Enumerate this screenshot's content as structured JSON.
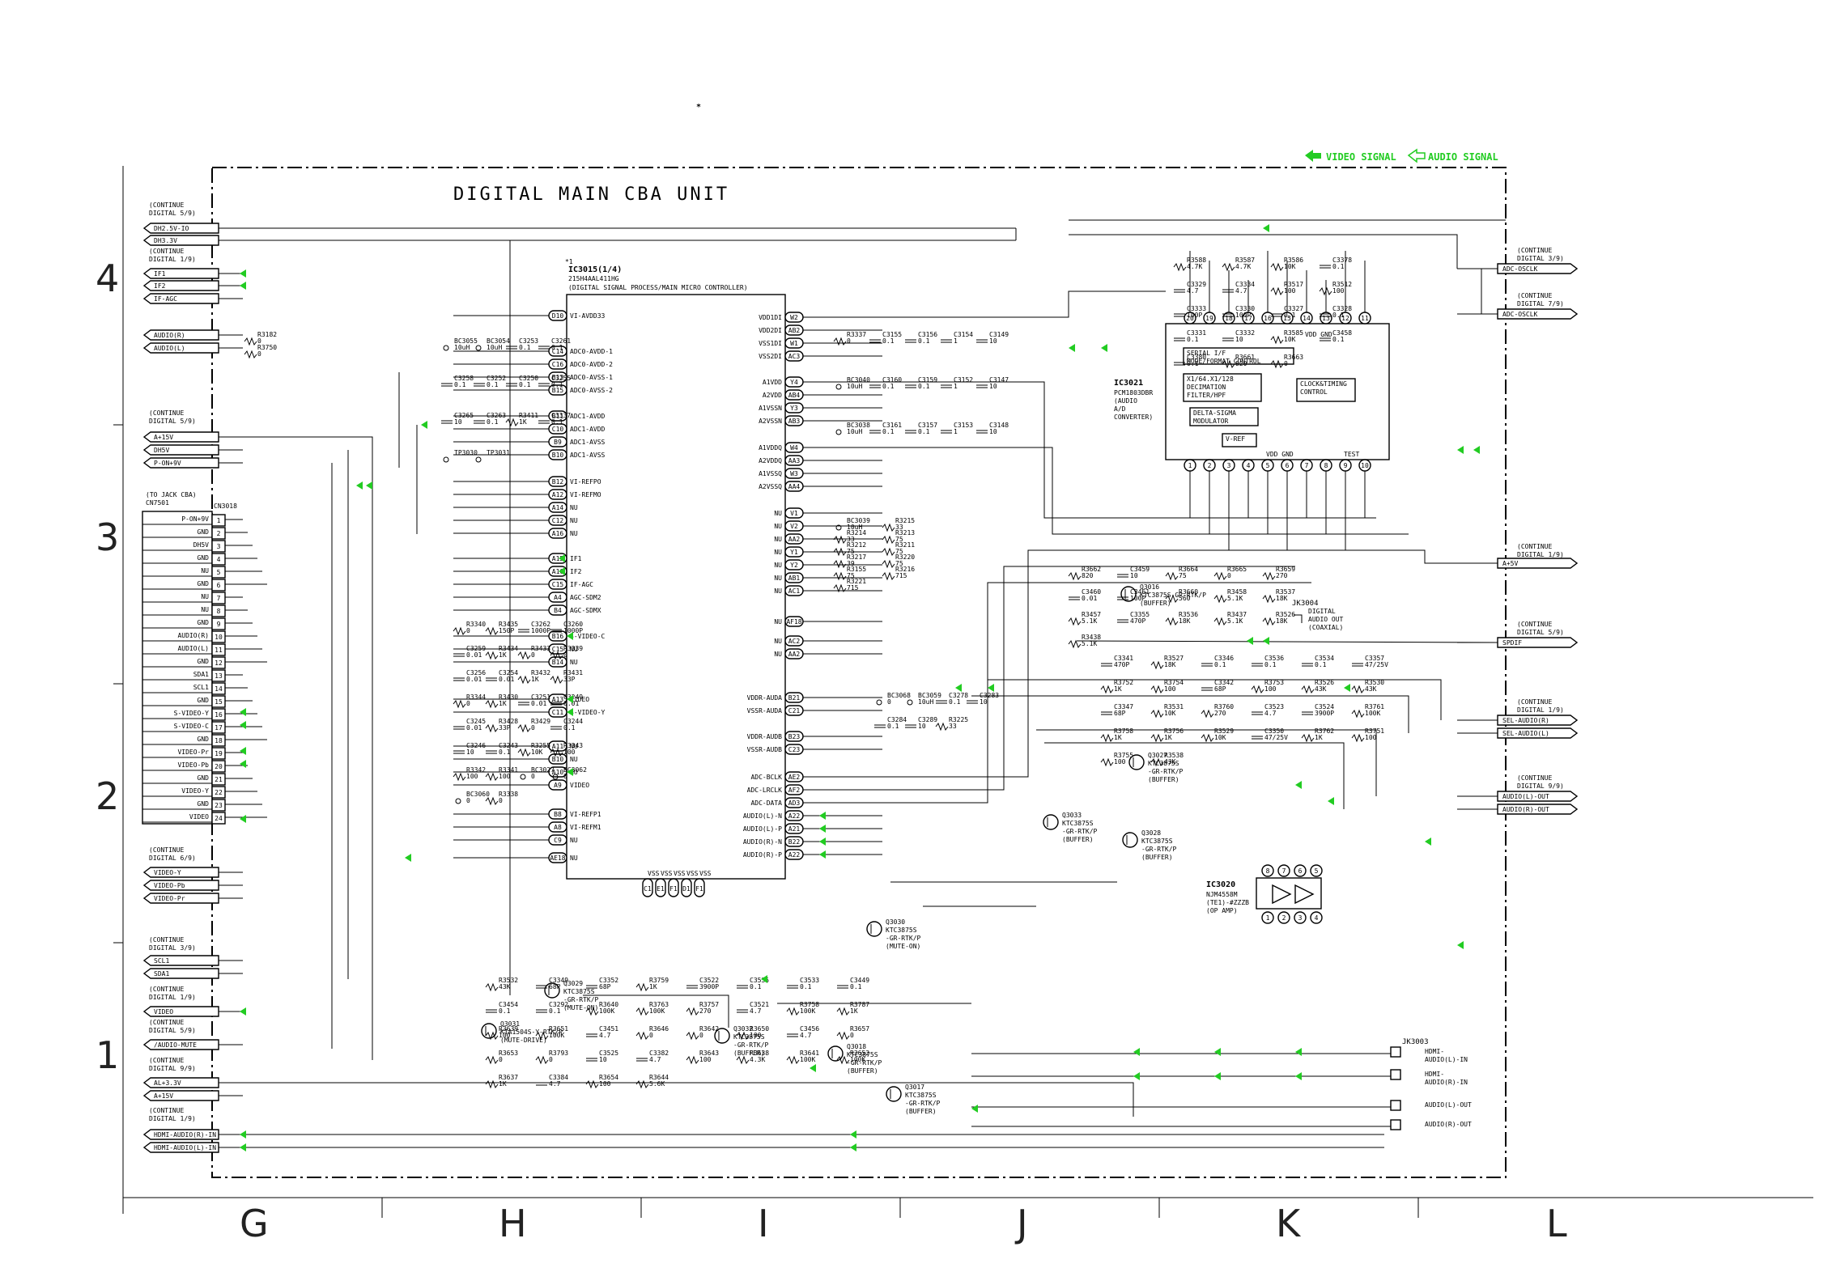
{
  "star_mark": "*",
  "legend": {
    "video": "VIDEO SIGNAL",
    "audio": "AUDIO SIGNAL",
    "color": "#22cc22"
  },
  "unit_title": "DIGITAL MAIN CBA UNIT",
  "grid_rows": [
    "4",
    "3",
    "2",
    "1"
  ],
  "grid_cols": [
    "G",
    "H",
    "I",
    "J",
    "K",
    "L"
  ],
  "left_connectors": [
    {
      "note": "(CONTINUE\nDIGITAL 5/9)",
      "labels": [
        "DH2.5V-IO",
        "DH3.3V"
      ]
    },
    {
      "note": "(CONTINUE\nDIGITAL 1/9)",
      "labels": [
        "IF1",
        "IF2",
        "IF-AGC",
        "AUDIO(R)",
        "AUDIO(L)"
      ]
    },
    {
      "note": "(CONTINUE\nDIGITAL 5/9)",
      "labels": [
        "A+15V",
        "DH5V",
        "P-ON+9V"
      ]
    },
    {
      "note": "(CONTINUE\nDIGITAL 6/9)",
      "labels": [
        "VIDEO-Y",
        "VIDEO-Pb",
        "VIDEO-Pr"
      ]
    },
    {
      "note": "(CONTINUE\nDIGITAL 3/9)",
      "labels": [
        "SCL1",
        "SDA1"
      ]
    },
    {
      "note": "(CONTINUE\nDIGITAL 1/9)",
      "labels": [
        "VIDEO"
      ]
    },
    {
      "note": "(CONTINUE\nDIGITAL 5/9)",
      "labels": [
        "/AUDIO-MUTE"
      ]
    },
    {
      "note": "(CONTINUE\nDIGITAL 9/9)",
      "labels": [
        "AL+3.3V",
        "A+15V"
      ]
    },
    {
      "note": "(CONTINUE\nDIGITAL 1/9)",
      "labels": [
        "HDMI-AUDIO(R)-IN",
        "HDMI-AUDIO(L)-IN"
      ]
    }
  ],
  "cn3018": {
    "header": "(TO JACK CBA)\nCN7501",
    "ref": "CN3018",
    "pins": [
      {
        "n": "1",
        "name": "P-ON+9V"
      },
      {
        "n": "2",
        "name": "GND"
      },
      {
        "n": "3",
        "name": "DH5V"
      },
      {
        "n": "4",
        "name": "GND"
      },
      {
        "n": "5",
        "name": "NU"
      },
      {
        "n": "6",
        "name": "GND"
      },
      {
        "n": "7",
        "name": "NU"
      },
      {
        "n": "8",
        "name": "NU"
      },
      {
        "n": "9",
        "name": "GND"
      },
      {
        "n": "10",
        "name": "AUDIO(R)"
      },
      {
        "n": "11",
        "name": "AUDIO(L)"
      },
      {
        "n": "12",
        "name": "GND"
      },
      {
        "n": "13",
        "name": "SDA1"
      },
      {
        "n": "14",
        "name": "SCL1"
      },
      {
        "n": "15",
        "name": "GND"
      },
      {
        "n": "16",
        "name": "S-VIDEO-Y"
      },
      {
        "n": "17",
        "name": "S-VIDEO-C"
      },
      {
        "n": "18",
        "name": "GND"
      },
      {
        "n": "19",
        "name": "VIDEO-Pr"
      },
      {
        "n": "20",
        "name": "VIDEO-Pb"
      },
      {
        "n": "21",
        "name": "GND"
      },
      {
        "n": "22",
        "name": "VIDEO-Y"
      },
      {
        "n": "23",
        "name": "GND"
      },
      {
        "n": "24",
        "name": "VIDEO"
      }
    ]
  },
  "ic3015": {
    "mark": "*1",
    "ref": "IC3015(1/4)",
    "part": "215H4AAL411HG",
    "desc": "(DIGITAL SIGNAL PROCESS/MAIN MICRO CONTROLLER)",
    "left_pins": [
      {
        "pin": "D10",
        "name": "VI-AVDD33"
      },
      {
        "pin": "C14",
        "name": "ADC0-AVDD-1"
      },
      {
        "pin": "C16",
        "name": "ADC0-AVDD-2"
      },
      {
        "pin": "B13",
        "name": "ADC0-AVSS-1"
      },
      {
        "pin": "B15",
        "name": "ADC0-AVSS-2"
      },
      {
        "pin": "B11",
        "name": "ADC1-AVDD"
      },
      {
        "pin": "C10",
        "name": "ADC1-AVDD"
      },
      {
        "pin": "B9",
        "name": "ADC1-AVSS"
      },
      {
        "pin": "B10",
        "name": "ADC1-AVSS"
      },
      {
        "pin": "B12",
        "name": "VI-REFPO"
      },
      {
        "pin": "A12",
        "name": "VI-REFMO"
      },
      {
        "pin": "A14",
        "name": "NU"
      },
      {
        "pin": "C12",
        "name": "NU"
      },
      {
        "pin": "A16",
        "name": "NU"
      },
      {
        "pin": "A15",
        "name": "IF1"
      },
      {
        "pin": "A16",
        "name": "IF2"
      },
      {
        "pin": "C15",
        "name": "IF-AGC"
      },
      {
        "pin": "A4",
        "name": "AGC-SDM2"
      },
      {
        "pin": "B4",
        "name": "AGC-SDMX"
      },
      {
        "pin": "B16",
        "name": "S-VIDEO-C"
      },
      {
        "pin": "C15",
        "name": "NU"
      },
      {
        "pin": "B14",
        "name": "NU"
      },
      {
        "pin": "A13",
        "name": "VIDEO"
      },
      {
        "pin": "C11",
        "name": "S-VIDEO-Y"
      },
      {
        "pin": "A11",
        "name": "NU"
      },
      {
        "pin": "B10",
        "name": "NU"
      },
      {
        "pin": "A10",
        "name": "NU"
      },
      {
        "pin": "A9",
        "name": "VIDEO"
      },
      {
        "pin": "B8",
        "name": "VI-REFP1"
      },
      {
        "pin": "A8",
        "name": "VI-REFM1"
      },
      {
        "pin": "C9",
        "name": "NU"
      },
      {
        "pin": "AE18",
        "name": "NU"
      }
    ],
    "right_pins": [
      {
        "pin": "W2",
        "name": "VDD1DI"
      },
      {
        "pin": "AB2",
        "name": "VDD2DI"
      },
      {
        "pin": "W1",
        "name": "VSS1DI"
      },
      {
        "pin": "AC3",
        "name": "VSS2DI"
      },
      {
        "pin": "Y4",
        "name": "A1VDD"
      },
      {
        "pin": "AB4",
        "name": "A2VDD"
      },
      {
        "pin": "Y3",
        "name": "A1VSSN"
      },
      {
        "pin": "AB3",
        "name": "A2VSSN"
      },
      {
        "pin": "W4",
        "name": "A1VDDQ"
      },
      {
        "pin": "AA3",
        "name": "A2VDDQ"
      },
      {
        "pin": "W3",
        "name": "A1VSSQ"
      },
      {
        "pin": "AA4",
        "name": "A2VSSQ"
      },
      {
        "pin": "V1",
        "name": "NU"
      },
      {
        "pin": "V2",
        "name": "NU"
      },
      {
        "pin": "AA2",
        "name": "NU"
      },
      {
        "pin": "Y1",
        "name": "NU"
      },
      {
        "pin": "Y2",
        "name": "NU"
      },
      {
        "pin": "AB1",
        "name": "NU"
      },
      {
        "pin": "AC1",
        "name": "NU"
      },
      {
        "pin": "AF18",
        "name": "NU"
      },
      {
        "pin": "AC2",
        "name": "NU"
      },
      {
        "pin": "AA2",
        "name": "NU"
      },
      {
        "pin": "B21",
        "name": "VDDR-AUDA"
      },
      {
        "pin": "C21",
        "name": "VSSR-AUDA"
      },
      {
        "pin": "B23",
        "name": "VDDR-AUDB"
      },
      {
        "pin": "C23",
        "name": "VSSR-AUDB"
      },
      {
        "pin": "AE2",
        "name": "ADC-BCLK"
      },
      {
        "pin": "AF2",
        "name": "ADC-LRCLK"
      },
      {
        "pin": "AD3",
        "name": "ADC-DATA"
      },
      {
        "pin": "A22",
        "name": "AUDIO(L)-N"
      },
      {
        "pin": "A21",
        "name": "AUDIO(L)-P"
      },
      {
        "pin": "B22",
        "name": "AUDIO(R)-N"
      },
      {
        "pin": "A22",
        "name": "AUDIO(R)-P"
      }
    ],
    "bottom_pins": [
      "C1",
      "E1",
      "F1",
      "D1",
      "F1"
    ],
    "bottom_labels": [
      "VSS",
      "VSS",
      "VSS",
      "VSS",
      "VSS"
    ]
  },
  "ic3021": {
    "ref": "IC3021",
    "part": "PCM1803DBR",
    "desc": "(AUDIO\nA/D\nCONVERTER)",
    "top_pins": [
      "20",
      "19",
      "18",
      "17",
      "16",
      "15",
      "14",
      "13",
      "12",
      "11"
    ],
    "bottom_pins": [
      "1",
      "2",
      "3",
      "4",
      "5",
      "6",
      "7",
      "8",
      "9",
      "10"
    ],
    "blocks": [
      "SERIAL I/F\nMODE/FORMAT CONTROL",
      "X1/64.X1/128\nDECIMATION\nFILTER/HPF",
      "CLOCK&TIMING\nCONTROL",
      "DELTA-SIGMA\nMODULATOR",
      "V-REF"
    ],
    "vdd_gnd": "VDD GND",
    "vdd_gnd_bottom": "VDD GND",
    "test": "TEST"
  },
  "ic3020": {
    "ref": "IC3020",
    "part": "NJM4558M\n(TE1)-#ZZZB",
    "desc": "(OP AMP)",
    "pins": [
      "8",
      "7",
      "6",
      "5",
      "1",
      "2",
      "3",
      "4"
    ]
  },
  "right_connectors": [
    {
      "note": "(CONTINUE\nDIGITAL 3/9)",
      "labels": [
        "ADC-OSCLK"
      ]
    },
    {
      "note": "(CONTINUE\nDIGITAL 7/9)",
      "labels": [
        "ADC-OSCLK"
      ]
    },
    {
      "note": "(CONTINUE\nDIGITAL 1/9)",
      "labels": [
        "A+5V"
      ]
    },
    {
      "note": "(CONTINUE\nDIGITAL 5/9)",
      "labels": [
        "SPDIF"
      ]
    },
    {
      "note": "(CONTINUE\nDIGITAL 1/9)",
      "labels": [
        "SEL-AUDIO(R)",
        "SEL-AUDIO(L)"
      ]
    },
    {
      "note": "(CONTINUE\nDIGITAL 9/9)",
      "labels": [
        "AUDIO(L)-OUT",
        "AUDIO(R)-OUT"
      ]
    }
  ],
  "jk3004": {
    "ref": "JK3004",
    "desc": "DIGITAL\nAUDIO OUT\n(COAXIAL)"
  },
  "jk3003": {
    "ref": "JK3003",
    "labels": [
      "HDMI-\nAUDIO(L)-IN",
      "HDMI-\nAUDIO(R)-IN",
      "AUDIO(L)-OUT",
      "AUDIO(R)-OUT"
    ]
  },
  "transistors": [
    {
      "ref": "Q3016",
      "part": "KTC3875S-GR-RTK/P",
      "desc": "(BUFFER)"
    },
    {
      "ref": "Q3027",
      "part": "KTC3875S\n-GR-RTK/P",
      "desc": "(BUFFER)"
    },
    {
      "ref": "Q3028",
      "part": "KTC3875S\n-GR-RTK/P",
      "desc": "(BUFFER)"
    },
    {
      "ref": "Q3033",
      "part": "KTC3875S\n-GR-RTK/P",
      "desc": "(BUFFER)"
    },
    {
      "ref": "Q3030",
      "part": "KTC3875S\n-GR-RTK/P",
      "desc": "(MUTE-ON)"
    },
    {
      "ref": "Q3029",
      "part": "KTC3875S\n-GR-RTK/P",
      "desc": "(MUTE-ON)"
    },
    {
      "ref": "Q3031",
      "part": "KTA1504S-Y-RTK/P",
      "desc": "(MUTE-DRIVE)"
    },
    {
      "ref": "Q3032",
      "part": "KTC3875S\n-GR-RTK/P",
      "desc": "(BUFFER)"
    },
    {
      "ref": "Q3018",
      "part": "KTC3875S\n-GR-RTK/P",
      "desc": "(BUFFER)"
    },
    {
      "ref": "Q3017",
      "part": "KTC3875S\n-GR-RTK/P",
      "desc": "(BUFFER)"
    }
  ],
  "parts": [
    {
      "ref": "R3182",
      "val": "0"
    },
    {
      "ref": "R3750",
      "val": "0"
    },
    {
      "ref": "BC3055",
      "val": "10uH"
    },
    {
      "ref": "BC3054",
      "val": "10uH"
    },
    {
      "ref": "C3253",
      "val": "0.1"
    },
    {
      "ref": "C3261",
      "val": "0.1"
    },
    {
      "ref": "C3258",
      "val": "0.1"
    },
    {
      "ref": "C3252",
      "val": "0.1"
    },
    {
      "ref": "C3250",
      "val": "0.1"
    },
    {
      "ref": "C3255",
      "val": "0.1"
    },
    {
      "ref": "C3265",
      "val": "10"
    },
    {
      "ref": "C3263",
      "val": "0.1"
    },
    {
      "ref": "R3411",
      "val": "1K"
    },
    {
      "ref": "C3337",
      "val": "0.1"
    },
    {
      "ref": "TP3030",
      "val": ""
    },
    {
      "ref": "TP3031",
      "val": ""
    },
    {
      "ref": "R3340",
      "val": "0"
    },
    {
      "ref": "R3435",
      "val": "150P"
    },
    {
      "ref": "C3262",
      "val": "1000P"
    },
    {
      "ref": "C3260",
      "val": "1000P"
    },
    {
      "ref": "C3259",
      "val": "0.01"
    },
    {
      "ref": "R3434",
      "val": "1K"
    },
    {
      "ref": "R3433",
      "val": "0"
    },
    {
      "ref": "R3339",
      "val": "0"
    },
    {
      "ref": "C3256",
      "val": "0.01"
    },
    {
      "ref": "C3254",
      "val": "0.01"
    },
    {
      "ref": "R3432",
      "val": "1K"
    },
    {
      "ref": "R3431",
      "val": "33P"
    },
    {
      "ref": "R3344",
      "val": "0"
    },
    {
      "ref": "R3430",
      "val": "1K"
    },
    {
      "ref": "C3251",
      "val": "0.01"
    },
    {
      "ref": "C3249",
      "val": "0.01"
    },
    {
      "ref": "C3245",
      "val": "0.01"
    },
    {
      "ref": "R3428",
      "val": "33P"
    },
    {
      "ref": "R3429",
      "val": "0"
    },
    {
      "ref": "C3244",
      "val": "0.1"
    },
    {
      "ref": "C3246",
      "val": "10"
    },
    {
      "ref": "C3243",
      "val": "0.1"
    },
    {
      "ref": "R3255",
      "val": "10K"
    },
    {
      "ref": "R3343",
      "val": "100"
    },
    {
      "ref": "R3342",
      "val": "100"
    },
    {
      "ref": "R3341",
      "val": "100"
    },
    {
      "ref": "BC3027",
      "val": "0"
    },
    {
      "ref": "BC3062",
      "val": "0"
    },
    {
      "ref": "BC3060",
      "val": "0"
    },
    {
      "ref": "R3338",
      "val": "0"
    },
    {
      "ref": "R3337",
      "val": "0"
    },
    {
      "ref": "C3155",
      "val": "0.1"
    },
    {
      "ref": "C3156",
      "val": "0.1"
    },
    {
      "ref": "C3154",
      "val": "1"
    },
    {
      "ref": "C3149",
      "val": "10"
    },
    {
      "ref": "BC3040",
      "val": "10uH"
    },
    {
      "ref": "C3160",
      "val": "0.1"
    },
    {
      "ref": "C3159",
      "val": "0.1"
    },
    {
      "ref": "C3152",
      "val": "1"
    },
    {
      "ref": "C3147",
      "val": "10"
    },
    {
      "ref": "BC3038",
      "val": "10uH"
    },
    {
      "ref": "C3161",
      "val": "0.1"
    },
    {
      "ref": "C3157",
      "val": "0.1"
    },
    {
      "ref": "C3153",
      "val": "1"
    },
    {
      "ref": "C3148",
      "val": "10"
    },
    {
      "ref": "BC3039",
      "val": "10uH"
    },
    {
      "ref": "R3215",
      "val": "33"
    },
    {
      "ref": "R3214",
      "val": "33"
    },
    {
      "ref": "R3213",
      "val": "75"
    },
    {
      "ref": "R3212",
      "val": "75"
    },
    {
      "ref": "R3211",
      "val": "75"
    },
    {
      "ref": "R3217",
      "val": "39"
    },
    {
      "ref": "R3220",
      "val": "75"
    },
    {
      "ref": "R3155",
      "val": "75"
    },
    {
      "ref": "R3216",
      "val": "715"
    },
    {
      "ref": "R3221",
      "val": "715"
    },
    {
      "ref": "BC3068",
      "val": "0"
    },
    {
      "ref": "BC3059",
      "val": "10uH"
    },
    {
      "ref": "C3278",
      "val": "0.1"
    },
    {
      "ref": "C3283",
      "val": "10"
    },
    {
      "ref": "C3284",
      "val": "0.1"
    },
    {
      "ref": "C3289",
      "val": "10"
    },
    {
      "ref": "R3225",
      "val": "33"
    },
    {
      "ref": "R3588",
      "val": "4.7K"
    },
    {
      "ref": "R3587",
      "val": "4.7K"
    },
    {
      "ref": "R3586",
      "val": "10K"
    },
    {
      "ref": "C3378",
      "val": "0.1"
    },
    {
      "ref": "C3329",
      "val": "4.7"
    },
    {
      "ref": "C3334",
      "val": "4.7"
    },
    {
      "ref": "R3517",
      "val": "100"
    },
    {
      "ref": "R3512",
      "val": "100"
    },
    {
      "ref": "C3333",
      "val": "100P"
    },
    {
      "ref": "C3330",
      "val": "100P"
    },
    {
      "ref": "C3327",
      "val": "0.1"
    },
    {
      "ref": "C3328",
      "val": "0.1"
    },
    {
      "ref": "C3331",
      "val": "0.1"
    },
    {
      "ref": "C3332",
      "val": "10"
    },
    {
      "ref": "R3585",
      "val": "10K"
    },
    {
      "ref": "C3458",
      "val": "0.1"
    },
    {
      "ref": "C3380",
      "val": "0.1"
    },
    {
      "ref": "R3661",
      "val": "820"
    },
    {
      "ref": "R3663",
      "val": "0"
    },
    {
      "ref": "R3662",
      "val": "820"
    },
    {
      "ref": "C3459",
      "val": "10"
    },
    {
      "ref": "R3664",
      "val": "75"
    },
    {
      "ref": "R3665",
      "val": "0"
    },
    {
      "ref": "R3659",
      "val": "270"
    },
    {
      "ref": "C3460",
      "val": "0.01"
    },
    {
      "ref": "C3461",
      "val": "100P"
    },
    {
      "ref": "R3660",
      "val": "560"
    },
    {
      "ref": "R3458",
      "val": "5.1K"
    },
    {
      "ref": "R3537",
      "val": "18K"
    },
    {
      "ref": "R3457",
      "val": "5.1K"
    },
    {
      "ref": "C3355",
      "val": "470P"
    },
    {
      "ref": "R3536",
      "val": "18K"
    },
    {
      "ref": "R3437",
      "val": "5.1K"
    },
    {
      "ref": "R3526",
      "val": "18K"
    },
    {
      "ref": "R3438",
      "val": "5.1K"
    },
    {
      "ref": "C3341",
      "val": "470P"
    },
    {
      "ref": "R3527",
      "val": "18K"
    },
    {
      "ref": "C3346",
      "val": "0.1"
    },
    {
      "ref": "C3536",
      "val": "0.1"
    },
    {
      "ref": "C3534",
      "val": "0.1"
    },
    {
      "ref": "C3357",
      "val": "47/25V"
    },
    {
      "ref": "R3752",
      "val": "1K"
    },
    {
      "ref": "R3754",
      "val": "100"
    },
    {
      "ref": "C3342",
      "val": "68P"
    },
    {
      "ref": "R3753",
      "val": "100"
    },
    {
      "ref": "R3526",
      "val": "43K"
    },
    {
      "ref": "R3530",
      "val": "43K"
    },
    {
      "ref": "C3347",
      "val": "68P"
    },
    {
      "ref": "R3531",
      "val": "10K"
    },
    {
      "ref": "R3760",
      "val": "270"
    },
    {
      "ref": "C3523",
      "val": "4.7"
    },
    {
      "ref": "C3524",
      "val": "3900P"
    },
    {
      "ref": "R3761",
      "val": "100K"
    },
    {
      "ref": "R3758",
      "val": "1K"
    },
    {
      "ref": "R3756",
      "val": "1K"
    },
    {
      "ref": "R3529",
      "val": "10K"
    },
    {
      "ref": "C3350",
      "val": "47/25V"
    },
    {
      "ref": "R3762",
      "val": "1K"
    },
    {
      "ref": "R3751",
      "val": "100"
    },
    {
      "ref": "R3755",
      "val": "100"
    },
    {
      "ref": "R3538",
      "val": "43K"
    },
    {
      "ref": "R3532",
      "val": "43K"
    },
    {
      "ref": "C3349",
      "val": "68P"
    },
    {
      "ref": "C3352",
      "val": "68P"
    },
    {
      "ref": "R3759",
      "val": "1K"
    },
    {
      "ref": "C3522",
      "val": "3900P"
    },
    {
      "ref": "C3535",
      "val": "0.1"
    },
    {
      "ref": "C3533",
      "val": "0.1"
    },
    {
      "ref": "C3449",
      "val": "0.1"
    },
    {
      "ref": "C3454",
      "val": "0.1"
    },
    {
      "ref": "C3292",
      "val": "0.1"
    },
    {
      "ref": "R3640",
      "val": "100K"
    },
    {
      "ref": "R3763",
      "val": "100K"
    },
    {
      "ref": "R3757",
      "val": "270"
    },
    {
      "ref": "C3521",
      "val": "4.7"
    },
    {
      "ref": "R3758",
      "val": "100K"
    },
    {
      "ref": "R3787",
      "val": "1K"
    },
    {
      "ref": "R3639",
      "val": "100"
    },
    {
      "ref": "R3651",
      "val": "100K"
    },
    {
      "ref": "C3451",
      "val": "4.7"
    },
    {
      "ref": "R3646",
      "val": "0"
    },
    {
      "ref": "R3642",
      "val": "0"
    },
    {
      "ref": "R3650",
      "val": "100"
    },
    {
      "ref": "C3456",
      "val": "4.7"
    },
    {
      "ref": "R3657",
      "val": "0"
    },
    {
      "ref": "R3653",
      "val": "0"
    },
    {
      "ref": "R3793",
      "val": "0"
    },
    {
      "ref": "C3525",
      "val": "10"
    },
    {
      "ref": "C3382",
      "val": "4.7"
    },
    {
      "ref": "R3643",
      "val": "100"
    },
    {
      "ref": "R3638",
      "val": "4.3K"
    },
    {
      "ref": "R3641",
      "val": "100K"
    },
    {
      "ref": "R3652",
      "val": "100K"
    },
    {
      "ref": "R3637",
      "val": "1K"
    },
    {
      "ref": "C3384",
      "val": "4.7"
    },
    {
      "ref": "R3654",
      "val": "100"
    },
    {
      "ref": "R3644",
      "val": "5.6K"
    },
    {
      "ref": "R3649",
      "val": "4.3K"
    },
    {
      "ref": "R3655",
      "val": "5.6K"
    },
    {
      "ref": "R3648",
      "val": "1K"
    }
  ]
}
